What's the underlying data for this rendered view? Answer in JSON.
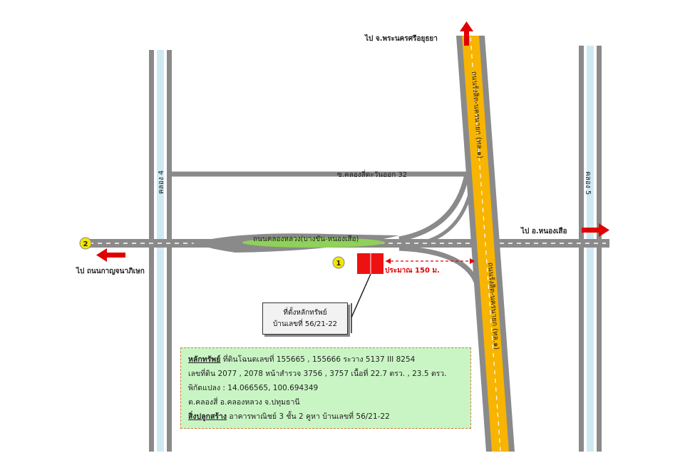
{
  "labels": {
    "top_direction": "ไป จ.พระนครศรีอยุธยา",
    "right_direction": "ไป อ.หนองเสือ",
    "left_direction": "ไป ถนนกาญจนาภิเษก",
    "highway_north": "ถนนรังสิต-นครนายก (ทล.๑)",
    "highway_south": "ถนนรังสิต-นครนายก (ทล.๑)",
    "canal_4": "คลอง 4",
    "canal_5": "คลอง 5",
    "soi": "ซ.คลองสี่ตะวันออก 32",
    "main_road": "ถนนคลองหลวง(บางขัน-หนองเสือ)",
    "distance": "ประมาณ 150 ม.",
    "marker_1": "1",
    "marker_2": "2"
  },
  "property_box": {
    "line1": "ที่ตั้งหลักทรัพย์",
    "line2": "บ้านเลขที่ 56/21-22"
  },
  "info": {
    "line1_title": "หลักทรัพย์",
    "line1_text": " ที่ดินโฉนดเลขที่ 155665 , 155666 ระวาง 5137  III 8254",
    "line2": "เลขที่ดิน  2077 , 2078  หน้าสำรวจ 3756 , 3757 เนื้อที่ 22.7 ตรว. , 23.5 ตรว.",
    "line3": "พิกัดแปลง : 14.066565, 100.694349",
    "line4": "ต.คลองสี่  อ.คลองหลวง  จ.ปทุมธานี",
    "line5_title": "สิ่งปลูกสร้าง",
    "line5_text": "  อาคารพาณิชย์ 3 ชั้น 2 คูหา บ้านเลขที่ 56/21-22"
  },
  "colors": {
    "road_gray": "#8a8a8a",
    "canal_blue": "#cfe9f3",
    "highway_yellow": "#f7b400",
    "arrow_red": "#e00000",
    "marker_yellow": "#f5e600",
    "main_road_green": "#8fd15a"
  }
}
